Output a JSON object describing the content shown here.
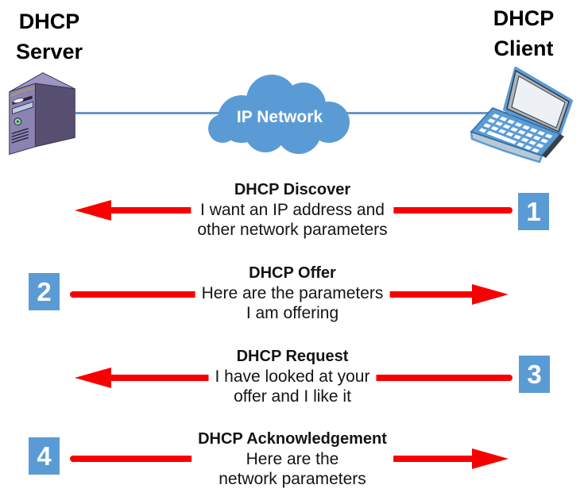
{
  "nodes": {
    "server": {
      "label_line1": "DHCP",
      "label_line2": "Server",
      "icon": "server-tower-icon"
    },
    "client": {
      "label_line1": "DHCP",
      "label_line2": "Client",
      "icon": "laptop-icon"
    },
    "network": {
      "label": "IP Network",
      "icon": "cloud-icon"
    }
  },
  "messages": [
    {
      "step": "1",
      "title": "DHCP Discover",
      "desc_line1": "I want an IP address and",
      "desc_line2": "other network parameters",
      "direction": "client-to-server"
    },
    {
      "step": "2",
      "title": "DHCP Offer",
      "desc_line1": "Here are the parameters",
      "desc_line2": "I am offering",
      "direction": "server-to-client"
    },
    {
      "step": "3",
      "title": "DHCP Request",
      "desc_line1": "I have looked at your",
      "desc_line2": "offer and I like it",
      "direction": "client-to-server"
    },
    {
      "step": "4",
      "title": "DHCP Acknowledgement",
      "desc_line1": "Here are the",
      "desc_line2": "network parameters",
      "direction": "server-to-client"
    }
  ],
  "colors": {
    "accent": "#5B9BD5",
    "arrow-red": "#F80000",
    "link-line": "#6A96C8",
    "text": "#141414"
  }
}
